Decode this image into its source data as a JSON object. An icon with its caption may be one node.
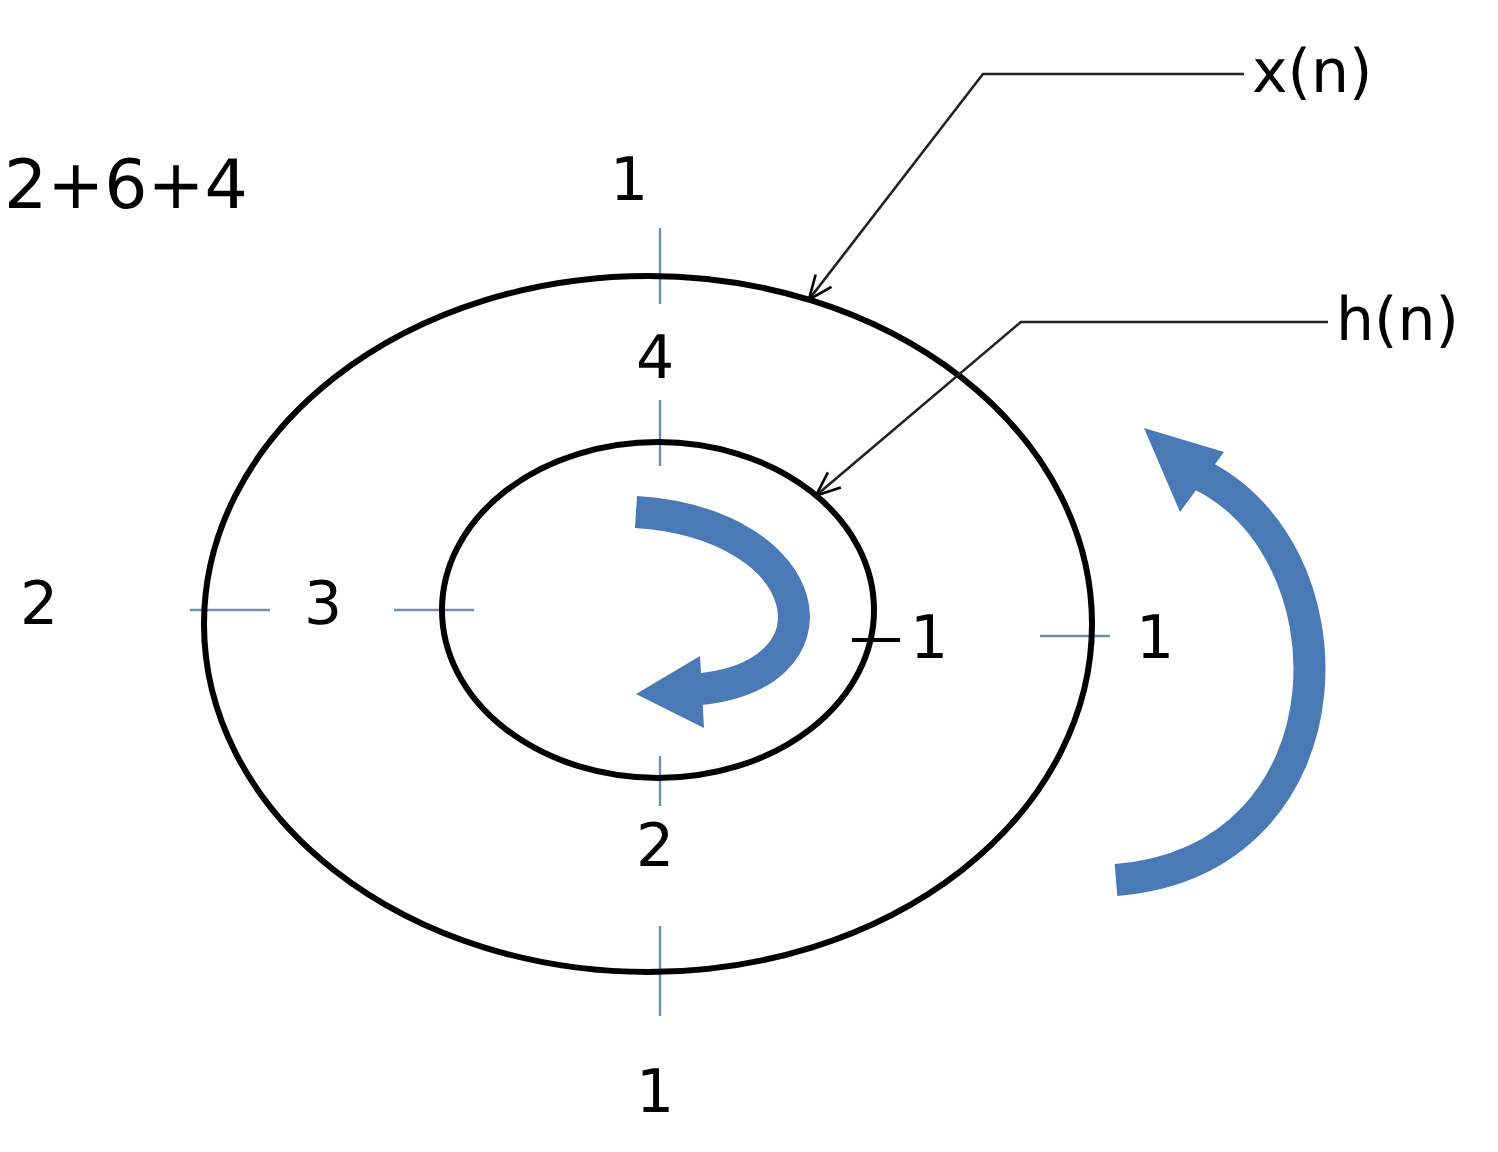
{
  "diagram": {
    "nodes": [
      {
        "text": [
          "x(n)"
        ]
      },
      {
        "text": [],
        "shape": "circle"
      },
      {
        "text": [
          "h(n)"
        ]
      },
      {
        "text": [],
        "shape": "circle",
        "in": 1
      }
    ],
    "edges": [
      {
        "from": 0,
        "to": 1,
        "arrow": "to"
      },
      {
        "from": 2,
        "to": 3,
        "arrow": "to"
      }
    ],
    "labels": [
      "2+6+4",
      "1",
      "4",
      "2",
      "3",
      "1",
      "1",
      "2",
      "1"
    ]
  }
}
